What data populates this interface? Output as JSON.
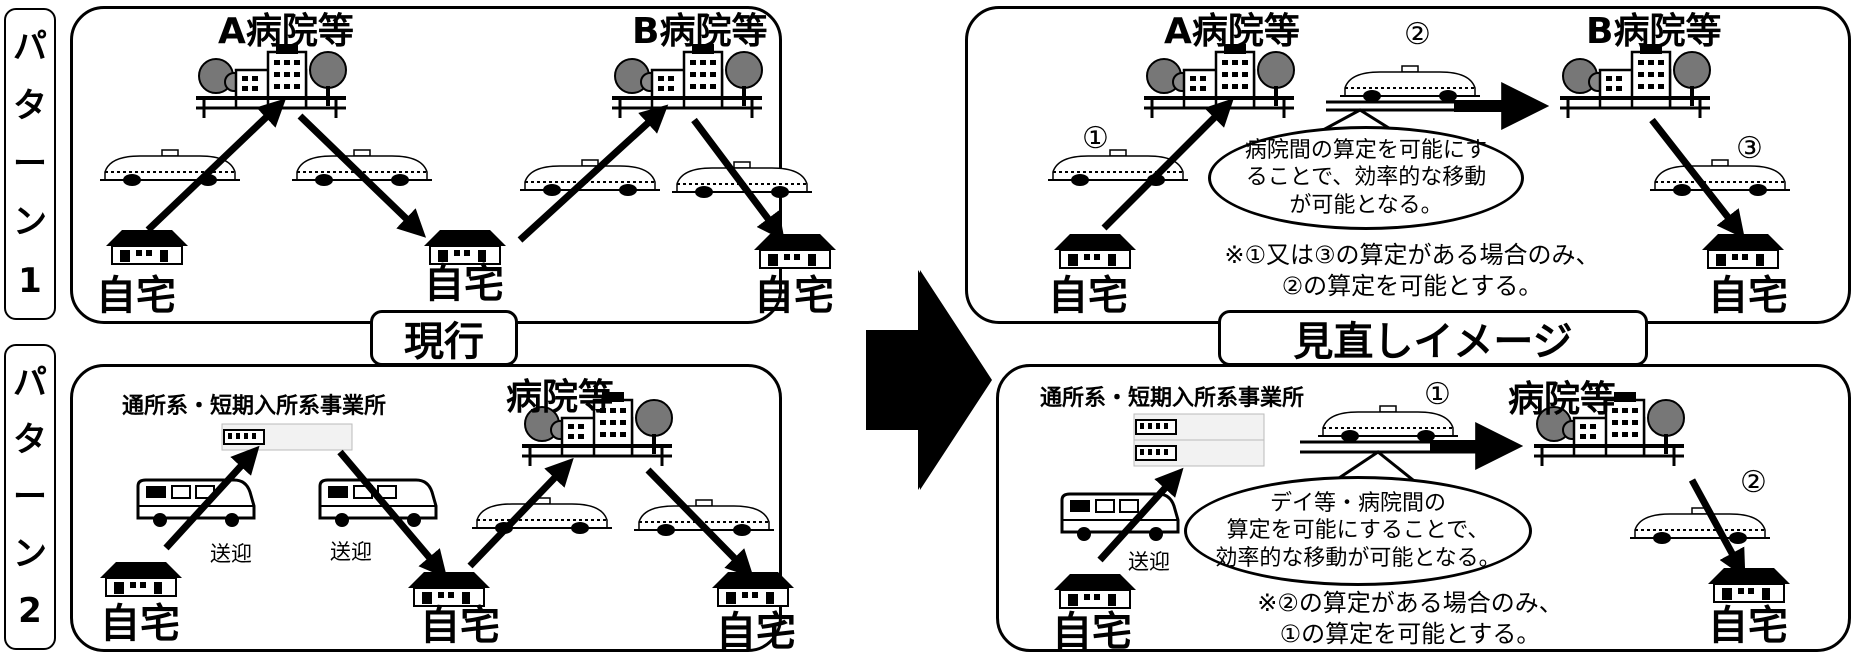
{
  "left": {
    "pattern1_vertical": [
      "パ",
      "タ",
      "ー",
      "ン",
      "1"
    ],
    "pattern2_vertical": [
      "パ",
      "タ",
      "ー",
      "ン",
      "2"
    ],
    "hospital_a": "A病院等",
    "hospital_b": "B病院等",
    "home": "自宅",
    "center_label": "現行",
    "facility": "通所系・短期入所系事業所",
    "hospital": "病院等",
    "pickup": "送迎"
  },
  "right": {
    "hospital_a": "A病院等",
    "hospital_b": "B病院等",
    "home": "自宅",
    "center_label": "見直しイメージ",
    "num1": "①",
    "num2": "②",
    "num3": "③",
    "top_bubble": [
      "病院間の算定を可能にす",
      "ることで、効率的な移動",
      "が可能となる。"
    ],
    "top_note": [
      "※①又は③の算定がある場合のみ、",
      "②の算定を可能とする。"
    ],
    "facility": "通所系・短期入所系事業所",
    "hospital": "病院等",
    "pickup": "送迎",
    "bottom_bubble": [
      "デイ等・病院間の",
      "算定を可能にすることで、",
      "効率的な移動が可能となる。"
    ],
    "bottom_note": [
      "※②の算定がある場合のみ、",
      "①の算定を可能とする。"
    ]
  }
}
